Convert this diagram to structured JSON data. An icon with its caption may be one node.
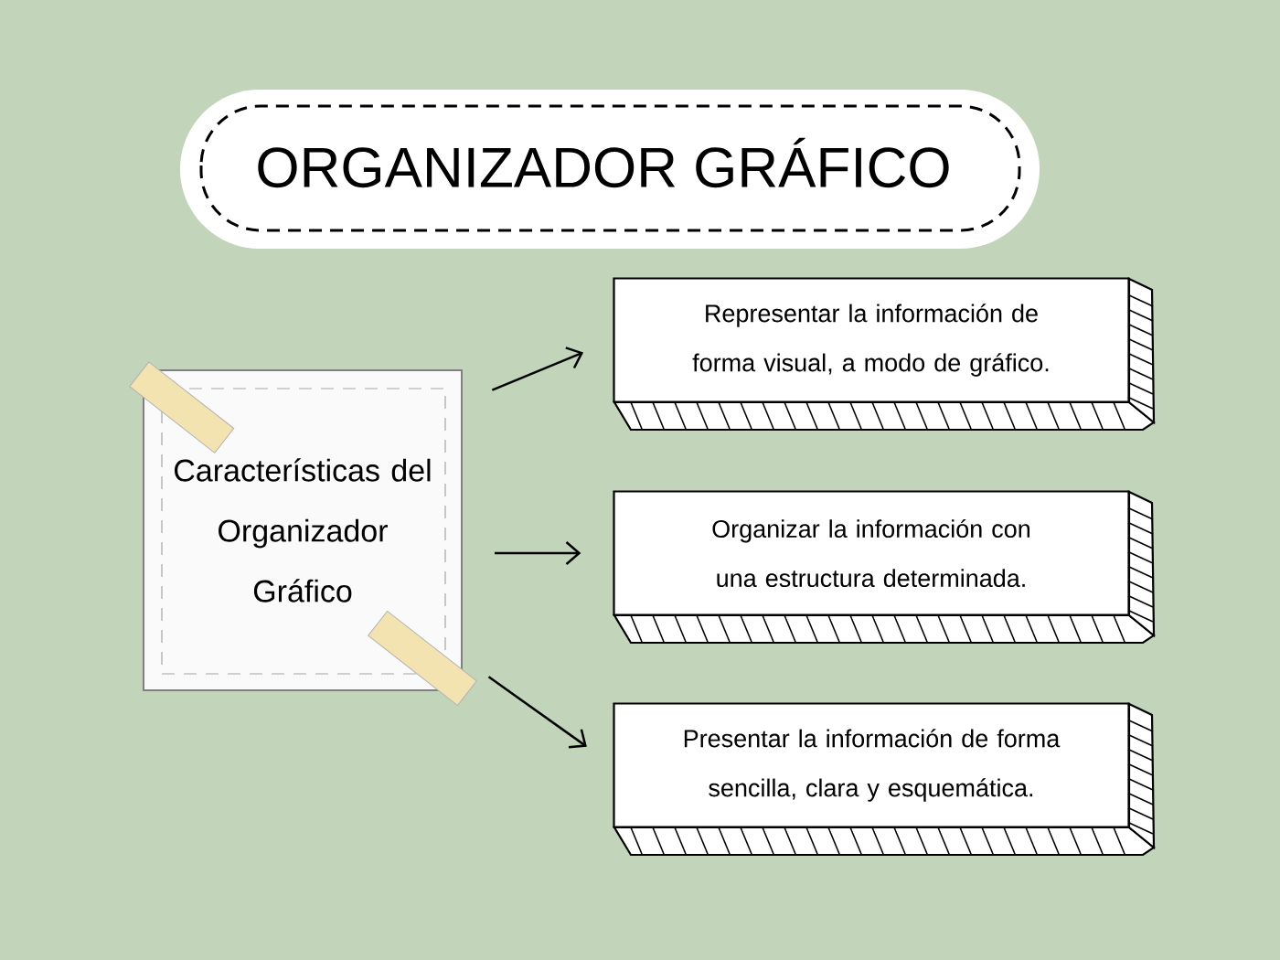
{
  "diagram": {
    "title": "ORGANIZADOR GRÁFICO",
    "nodes": [
      {
        "text": [
          "Características del Organizador Gráfico"
        ]
      },
      {
        "text": [
          "Representar la información de forma visual, a modo de gráfico."
        ]
      },
      {
        "text": [
          "Organizar la información con una estructura determinada."
        ]
      },
      {
        "text": [
          "Presentar la información de forma sencilla, clara y esquemática."
        ]
      }
    ],
    "edges": [
      {
        "from": 0,
        "to": 1,
        "arrow": "to"
      },
      {
        "from": 0,
        "to": 2,
        "arrow": "to"
      },
      {
        "from": 0,
        "to": 3,
        "arrow": "to"
      }
    ]
  }
}
